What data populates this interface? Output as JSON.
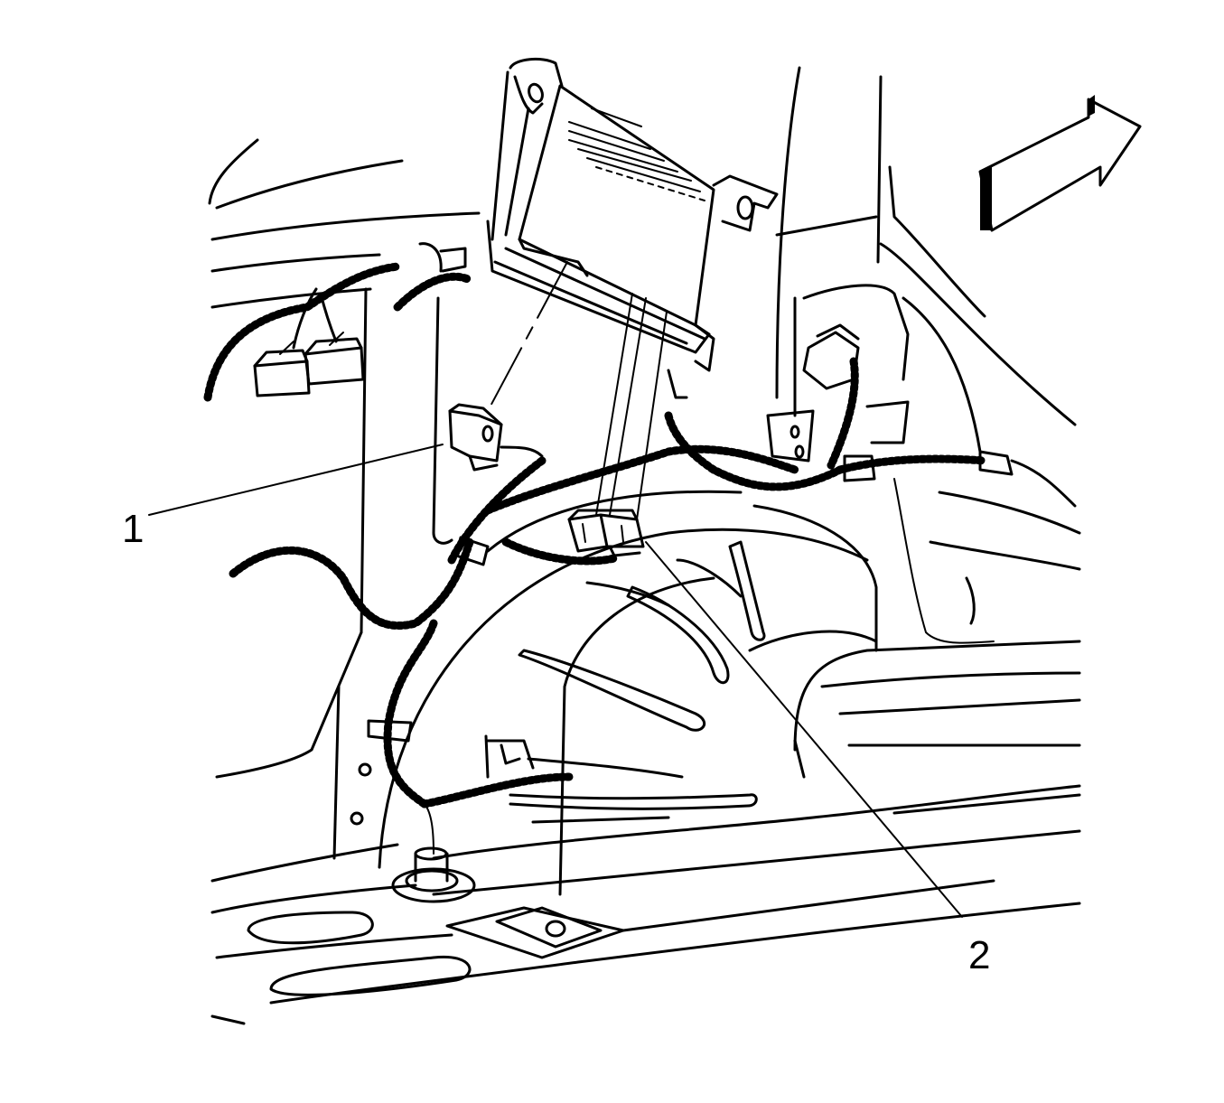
{
  "callouts": [
    {
      "number": "1",
      "target": "wiring-harness-connector-1"
    },
    {
      "number": "2",
      "target": "wiring-harness-connector-2"
    }
  ],
  "icons": {
    "direction_arrow": "front-direction-arrow-icon"
  }
}
